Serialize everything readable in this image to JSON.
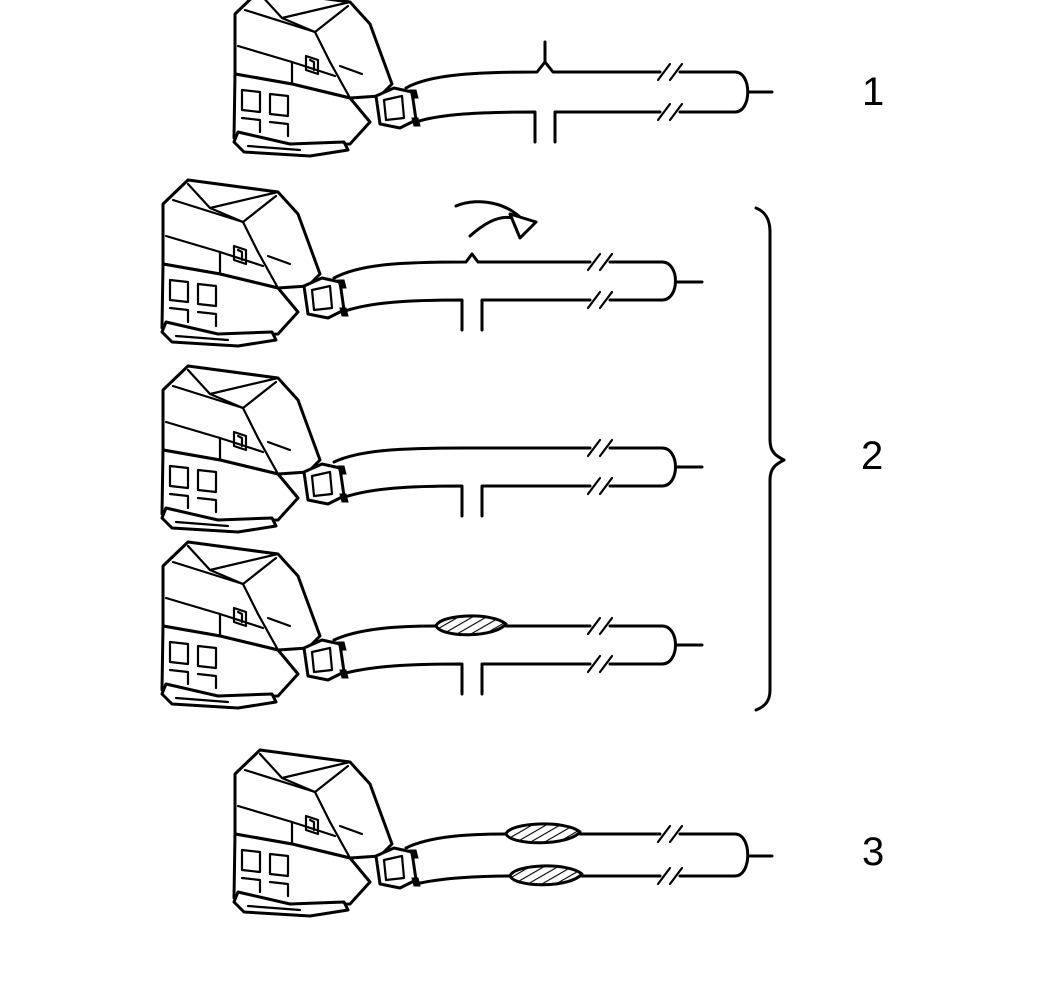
{
  "callouts": {
    "one": "1",
    "two": "2",
    "three": "3"
  },
  "colors": {
    "line": "#000000",
    "background": "#ffffff",
    "hatch": "#000000"
  }
}
